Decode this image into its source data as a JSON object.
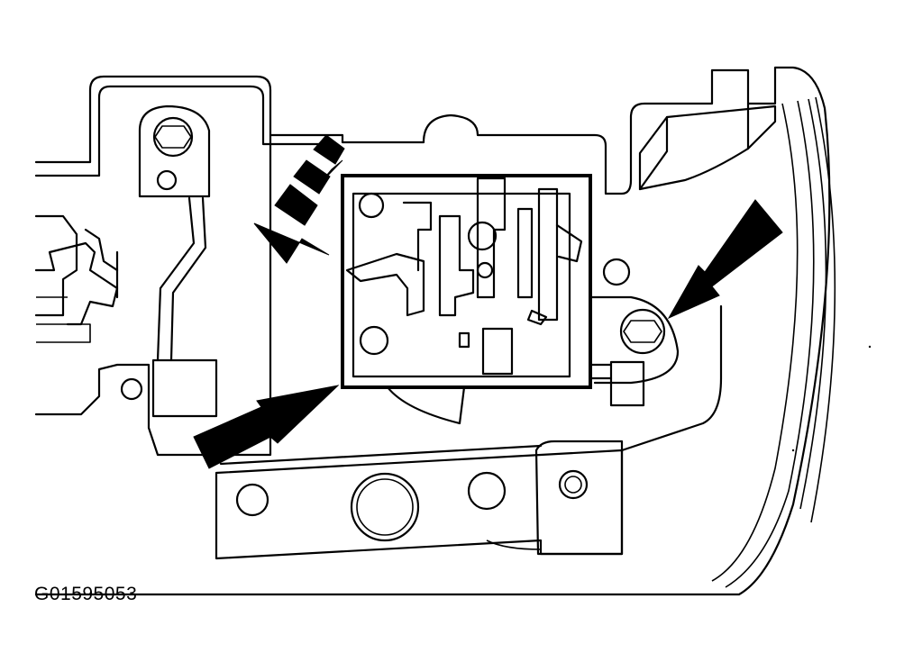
{
  "figure": {
    "id_label": "G01595053",
    "arrow_color": "#000000",
    "line_color": "#000000",
    "background": "#ffffff",
    "callout_arrows": [
      "fastener-arrow-upper-left",
      "fastener-arrow-lower-left",
      "fastener-arrow-right"
    ]
  }
}
